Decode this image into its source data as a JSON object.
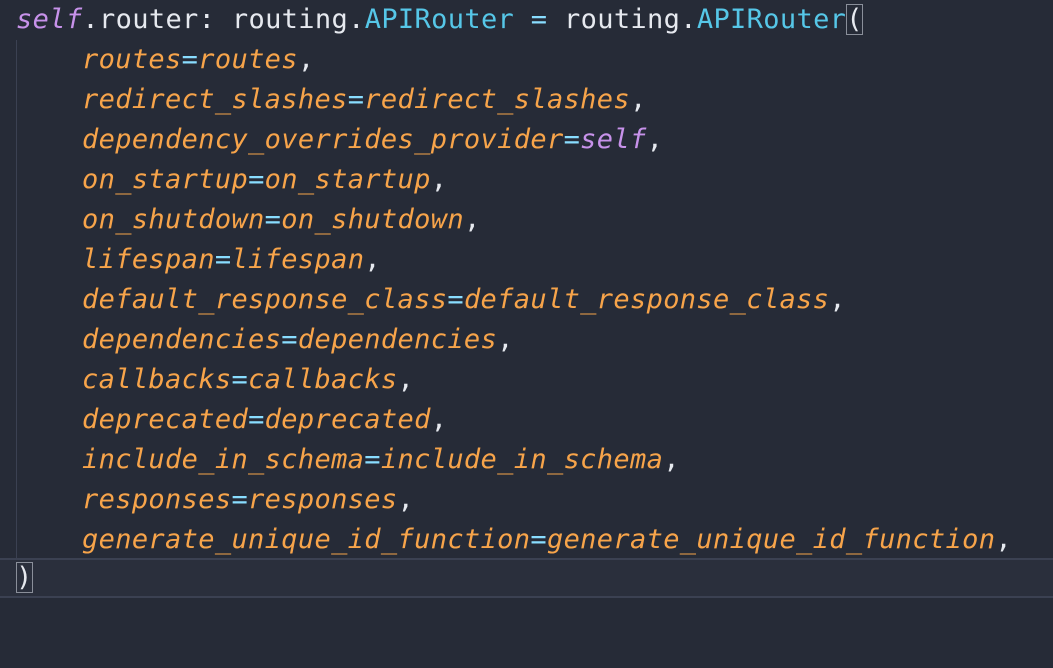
{
  "theme": {
    "background": "#262b37",
    "self_keyword": "#c792ea",
    "class_name": "#56c7e8",
    "operator": "#89ddff",
    "parameter": "#f7a44a",
    "plain_text": "#e6e9ef"
  },
  "code": {
    "first_line": {
      "self_kw": "self",
      "attr": ".router: routing.",
      "type_name": "APIRouter",
      "assign": " = ",
      "module": "routing.",
      "call_name": "APIRouter",
      "open_paren": "("
    },
    "args": [
      {
        "name": "routes",
        "value": "routes",
        "trail": ","
      },
      {
        "name": "redirect_slashes",
        "value": "redirect_slashes",
        "trail": ","
      },
      {
        "name": "dependency_overrides_provider",
        "value": "self",
        "trail": ","
      },
      {
        "name": "on_startup",
        "value": "on_startup",
        "trail": ","
      },
      {
        "name": "on_shutdown",
        "value": "on_shutdown",
        "trail": ","
      },
      {
        "name": "lifespan",
        "value": "lifespan",
        "trail": ","
      },
      {
        "name": "default_response_class",
        "value": "default_response_class",
        "trail": ","
      },
      {
        "name": "dependencies",
        "value": "dependencies",
        "trail": ","
      },
      {
        "name": "callbacks",
        "value": "callbacks",
        "trail": ","
      },
      {
        "name": "deprecated",
        "value": "deprecated",
        "trail": ","
      },
      {
        "name": "include_in_schema",
        "value": "include_in_schema",
        "trail": ","
      },
      {
        "name": "responses",
        "value": "responses",
        "trail": ","
      },
      {
        "name": "generate_unique_id_function",
        "value": "generate_unique_id_function",
        "trail": ","
      }
    ],
    "equals": "=",
    "close_paren": ")"
  }
}
